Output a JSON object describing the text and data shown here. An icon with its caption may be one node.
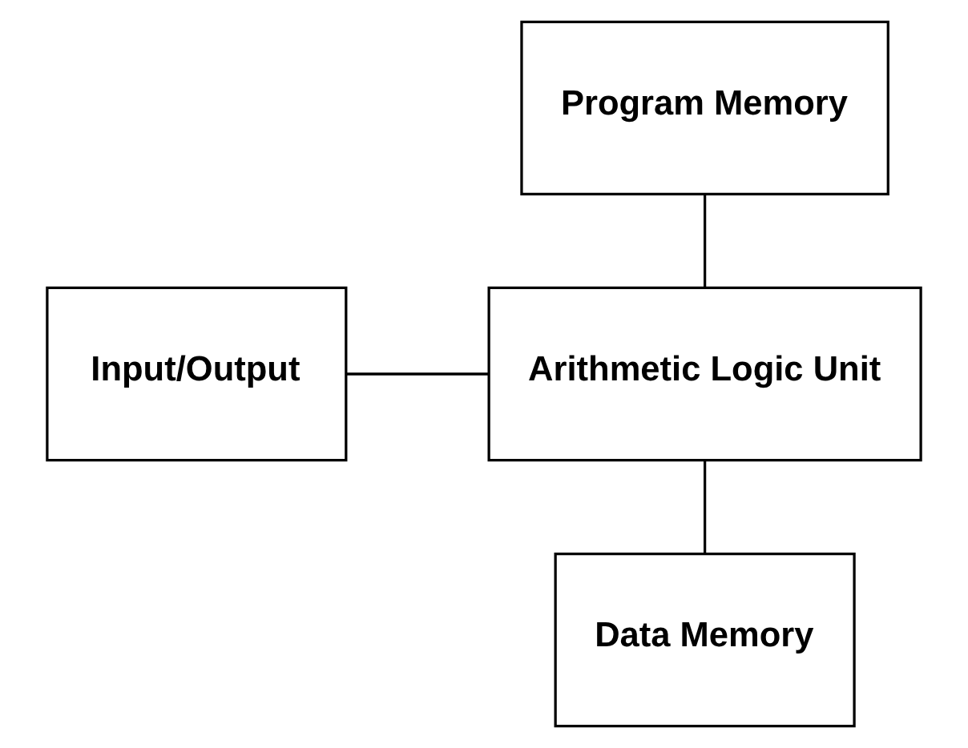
{
  "diagram": {
    "nodes": [
      {
        "text": [
          "Program Memory"
        ]
      },
      {
        "text": [
          "Input/Output"
        ]
      },
      {
        "text": [
          "Arithmetic Logic Unit"
        ]
      },
      {
        "text": [
          "Data Memory"
        ]
      }
    ],
    "edges": [
      {
        "from": 0,
        "to": 2,
        "arrow": "none"
      },
      {
        "from": 1,
        "to": 2,
        "arrow": "none"
      },
      {
        "from": 2,
        "to": 3,
        "arrow": "none"
      }
    ]
  }
}
